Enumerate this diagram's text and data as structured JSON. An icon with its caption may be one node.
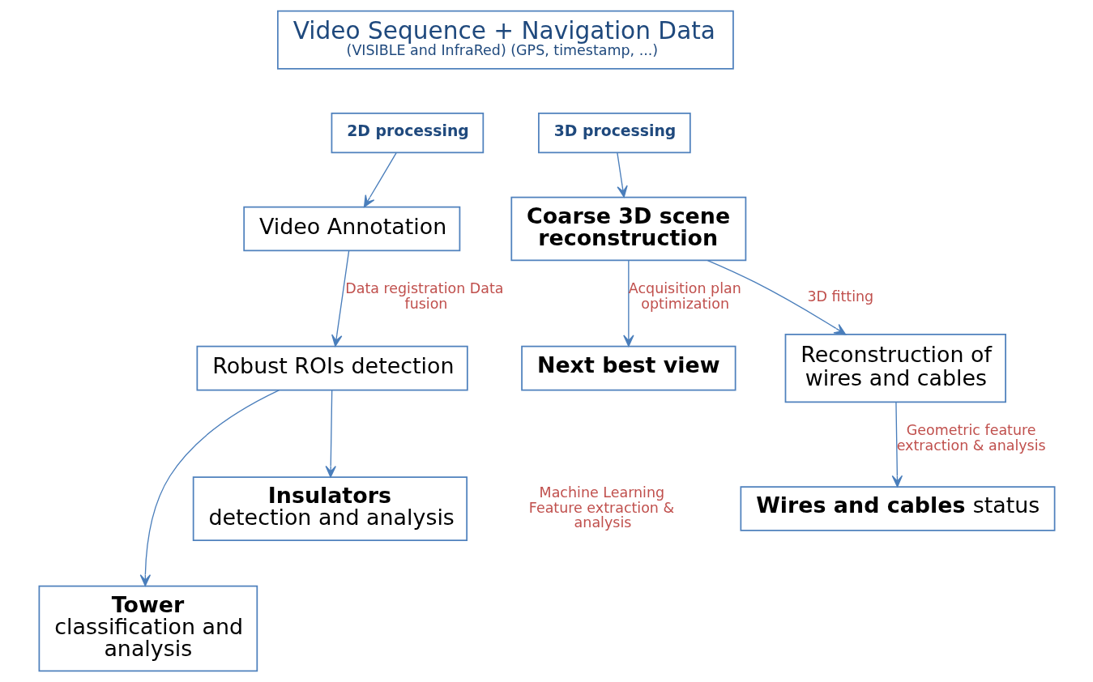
{
  "diagram": {
    "nodes": [
      {
        "text": [
          "Video Sequence + Navigation Data",
          "(VISIBLE and InfraRed) (GPS, timestamp, ...)"
        ]
      },
      {
        "text": [
          "2D processing"
        ]
      },
      {
        "text": [
          "3D processing"
        ]
      },
      {
        "text": [
          "Video Annotation"
        ]
      },
      {
        "text": [
          "Coarse 3D scene reconstruction"
        ]
      },
      {
        "text": [
          "Robust ROIs detection"
        ]
      },
      {
        "text": [
          "Next best view"
        ]
      },
      {
        "text": [
          "Reconstruction of wires and cables"
        ]
      },
      {
        "text": [
          "**Tower** classification and analysis"
        ]
      },
      {
        "text": [
          "**Insulators** detection and analysis"
        ]
      },
      {
        "text": [
          "**Wires and cables** status"
        ]
      }
    ],
    "edges": [
      {
        "from": 1,
        "to": 3,
        "arrow": "to"
      },
      {
        "from": 2,
        "to": 4,
        "arrow": "to"
      },
      {
        "from": 3,
        "to": 5,
        "arrow": "to",
        "label": "Data registration Data fusion"
      },
      {
        "from": 4,
        "to": 6,
        "arrow": "to",
        "label": "Acquisition plan optimization"
      },
      {
        "from": 4,
        "to": 7,
        "arrow": "to",
        "label": "3D fitting"
      },
      {
        "from": 5,
        "to": 8,
        "arrow": "to"
      },
      {
        "from": 5,
        "to": 9,
        "arrow": "to"
      },
      {
        "from": 7,
        "to": 10,
        "arrow": "to",
        "label": "Geometric feature extraction & analysis"
      }
    ],
    "labels": [
      "Machine Learning Feature extraction & analysis"
    ]
  }
}
